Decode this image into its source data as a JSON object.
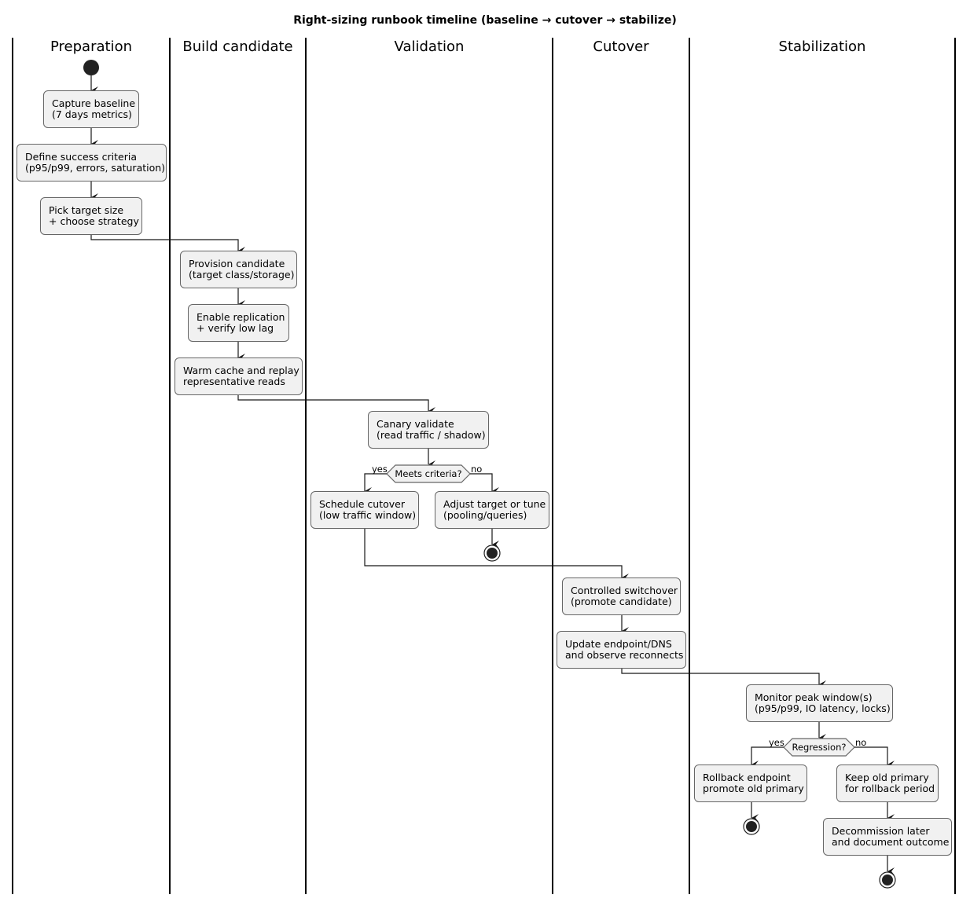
{
  "title": "Right-sizing runbook timeline (baseline → cutover → stabilize)",
  "lanes": [
    {
      "label": "Preparation"
    },
    {
      "label": "Build candidate"
    },
    {
      "label": "Validation"
    },
    {
      "label": "Cutover"
    },
    {
      "label": "Stabilization"
    }
  ],
  "nodes": {
    "capture_baseline": "Capture baseline\n(7 days metrics)",
    "define_criteria": "Define success criteria\n(p95/p99, errors, saturation)",
    "pick_target": "Pick target size\n+ choose strategy",
    "provision_candidate": "Provision candidate\n(target class/storage)",
    "enable_replication": "Enable replication\n+ verify low lag",
    "warm_cache": "Warm cache and replay\nrepresentative reads",
    "canary_validate": "Canary validate\n(read traffic / shadow)",
    "schedule_cutover": "Schedule cutover\n(low traffic window)",
    "adjust_target": "Adjust target or tune\n(pooling/queries)",
    "controlled_switchover": "Controlled switchover\n(promote candidate)",
    "update_endpoint": "Update endpoint/DNS\nand observe reconnects",
    "monitor_peak": "Monitor peak window(s)\n(p95/p99, IO latency, locks)",
    "rollback": "Rollback endpoint\npromote old primary",
    "keep_old_primary": "Keep old primary\nfor rollback period",
    "decommission": "Decommission later\nand document outcome"
  },
  "decisions": {
    "meets_criteria": {
      "question": "Meets criteria?",
      "yes": "yes",
      "no": "no"
    },
    "regression": {
      "question": "Regression?",
      "yes": "yes",
      "no": "no"
    }
  },
  "colors": {
    "node_fill": "#f1f1f1",
    "node_border": "#666666",
    "edge": "#181818",
    "start": "#222222"
  }
}
